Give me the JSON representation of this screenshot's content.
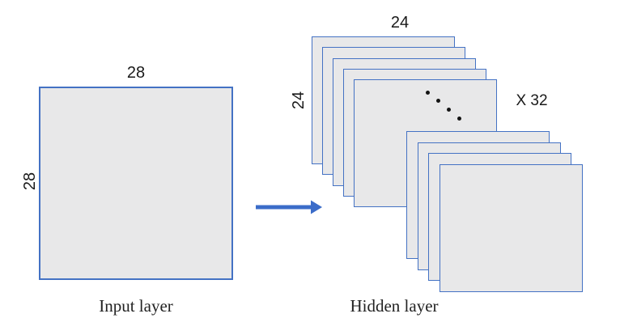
{
  "input_layer": {
    "caption": "Input layer",
    "width_label": "28",
    "height_label": "28"
  },
  "arrow": {
    "direction": "right"
  },
  "hidden_layer": {
    "caption": "Hidden layer",
    "width_label": "24",
    "height_label": "24",
    "multiplier_label": "X 32",
    "front_stack_count": 5,
    "back_stack_count": 4,
    "ellipsis_dot_count": 4
  },
  "colors": {
    "square_fill": "#e8e8e9",
    "square_border": "#4472c4",
    "arrow": "#3b6cc9",
    "dot": "#141414",
    "text": "#1a1a1a",
    "background": "#ffffff"
  }
}
